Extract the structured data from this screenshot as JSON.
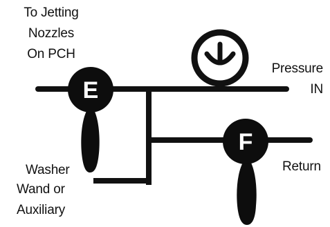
{
  "labels": {
    "jetting_line1": "To Jetting",
    "jetting_line2": "Nozzles",
    "jetting_line3": "On PCH",
    "pressure_line1": "Pressure",
    "pressure_line2": "IN",
    "washer_line1": "Washer",
    "washer_line2": "Wand or",
    "washer_line3": "Auxiliary",
    "return": "Return"
  },
  "valves": {
    "e_letter": "E",
    "f_letter": "F"
  },
  "gauge": {
    "icon": "pressure-gauge-icon"
  },
  "colors": {
    "line": "#111111",
    "valve_fill": "#0d0d0d",
    "valve_text": "#ffffff",
    "background": "#ffffff"
  }
}
